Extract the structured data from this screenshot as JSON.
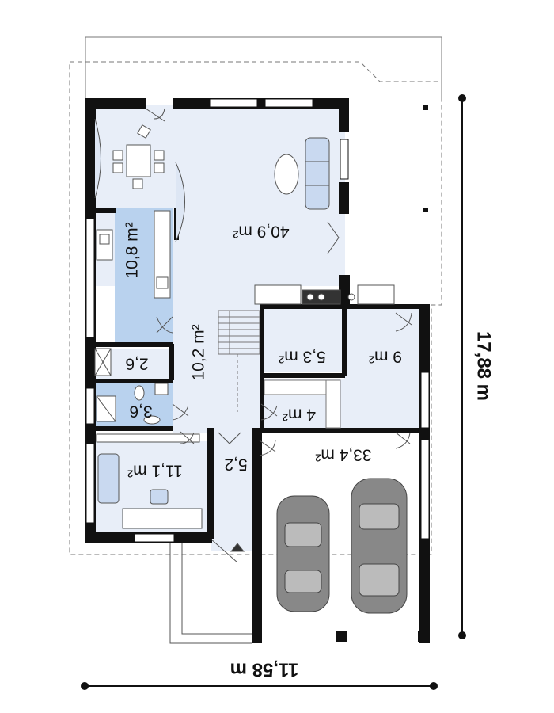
{
  "colors": {
    "wall": "#111111",
    "floor": "#e8eef8",
    "wet_floor": "#b9d2ee",
    "outline": "#777777",
    "furniture": "#c9d9f0",
    "car": "#888888"
  },
  "rooms": {
    "living": "40,9 m²",
    "kitchen": "10,8 m²",
    "hall": "10,2 m²",
    "storage": "2,6",
    "bath": "3,6",
    "office": "11,1 m²",
    "vestibule": "5,2",
    "room_53": "5,3 m²",
    "room_9": "9 m²",
    "wardrobe": "4 m²",
    "garage": "33,4 m²"
  },
  "dimensions": {
    "width": "11,58 m",
    "depth": "17,88 m"
  }
}
